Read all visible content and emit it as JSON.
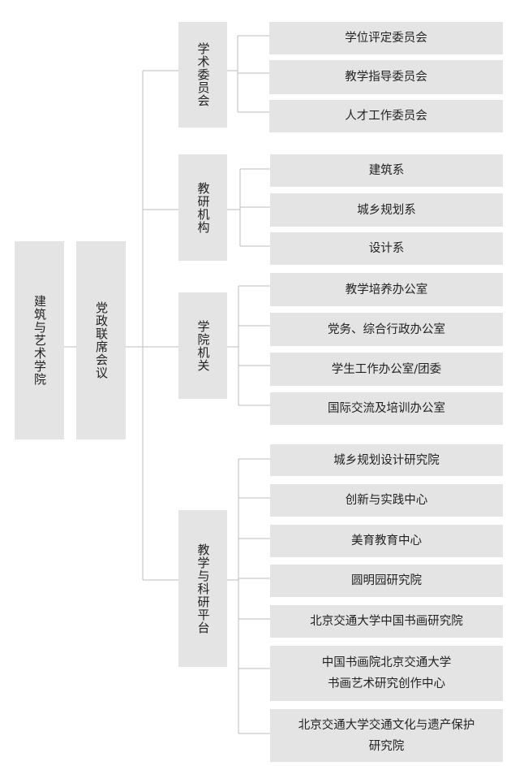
{
  "root": {
    "label": "建筑与艺术学院"
  },
  "council": {
    "label": "党政联席会议"
  },
  "groups": [
    {
      "label": "学术委员会",
      "items": [
        "学位评定委员会",
        "教学指导委员会",
        "人才工作委员会"
      ]
    },
    {
      "label": "教研机构",
      "items": [
        "建筑系",
        "城乡规划系",
        "设计系"
      ]
    },
    {
      "label": "学院机关",
      "items": [
        "教学培养办公室",
        "党务、综合行政办公室",
        "学生工作办公室/团委",
        "国际交流及培训办公室"
      ]
    },
    {
      "label": "教学与科研平台",
      "items": [
        "城乡规划设计研究院",
        "创新与实践中心",
        "美育教育中心",
        "圆明园研究院",
        "北京交通大学中国书画研究院",
        "中国书画院北京交通大学\n书画艺术研究创作中心",
        "北京交通大学交通文化与遗产保护\n研究院"
      ]
    }
  ]
}
